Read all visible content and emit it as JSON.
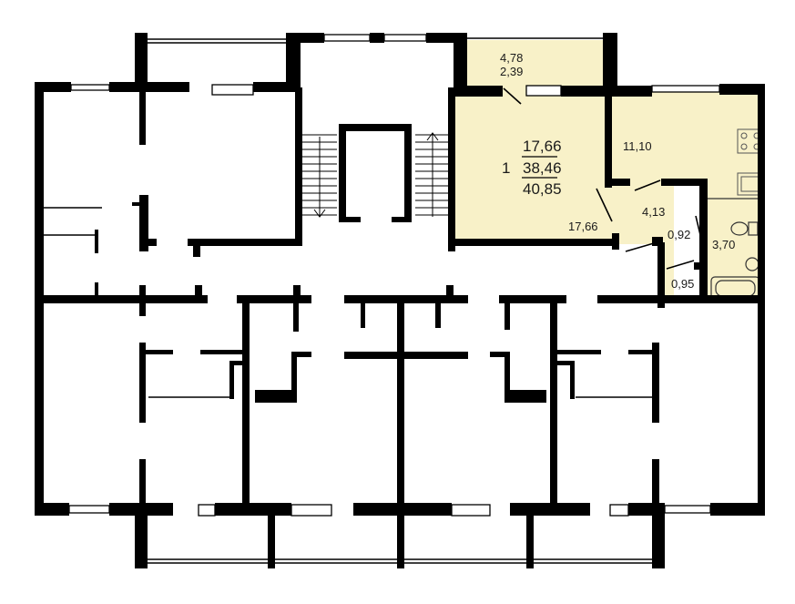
{
  "colors": {
    "wall": "#000000",
    "highlight": "#f8f1c8",
    "background": "#ffffff",
    "window_fill": "#ffffff"
  },
  "apartment": {
    "rooms_count": "1",
    "living_area": "17,66",
    "total_area": "38,46",
    "total_with_balcony": "40,85",
    "room_area": "17,66",
    "kitchen_area": "11,10",
    "hall_area": "4,13",
    "bathroom_area": "3,70",
    "wc_area": "0,92",
    "closet_area": "0,95",
    "balcony_area": "4,78",
    "balcony_reduced_area": "2,39"
  }
}
